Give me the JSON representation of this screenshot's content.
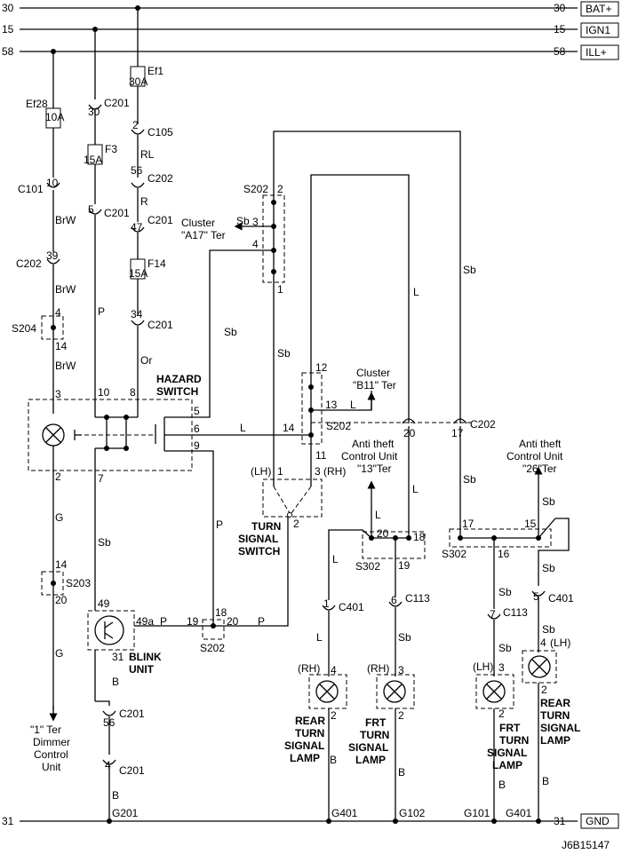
{
  "rails": {
    "bat": {
      "pin_left": "30",
      "pin_right": "30",
      "label": "BAT+"
    },
    "ign": {
      "pin_left": "15",
      "pin_right": "15",
      "label": "IGN1"
    },
    "ill": {
      "pin_left": "58",
      "pin_right": "58",
      "label": "ILL+"
    },
    "gnd": {
      "pin_left": "31",
      "pin_right": "31",
      "label": "GND"
    }
  },
  "fuses": {
    "ef28": {
      "name": "Ef28",
      "rating": "10A"
    },
    "ef1": {
      "name": "Ef1",
      "rating": "30A"
    },
    "f3": {
      "name": "F3",
      "rating": "15A"
    },
    "f14": {
      "name": "F14",
      "rating": "15A"
    }
  },
  "wires": {
    "brw": "BrW",
    "p": "P",
    "rl": "RL",
    "r": "R",
    "or": "Or",
    "sb": "Sb",
    "l": "L",
    "g": "G",
    "b": "B"
  },
  "connectors": {
    "c101": "C101",
    "c201": "C201",
    "c202": "C202",
    "c105": "C105",
    "c113": "C113",
    "c401": "C401",
    "s202": "S202",
    "s203": "S203",
    "s204": "S204",
    "s302": "S302"
  },
  "pins": {
    "p10": "10",
    "p39": "39",
    "p4": "4",
    "p14": "14",
    "p3": "3",
    "p2": "2",
    "p20": "20",
    "p30": "30",
    "p5": "5",
    "p8": "8",
    "p7": "7",
    "p6": "6",
    "p9": "9",
    "p56": "56",
    "p47": "47",
    "p34": "34",
    "p1": "1",
    "p12": "12",
    "p13": "13",
    "p11": "11",
    "p17": "17",
    "p16": "16",
    "p15": "15",
    "p18": "18",
    "p19": "19",
    "p49": "49",
    "p49a": "49a",
    "p31": "31"
  },
  "components": {
    "hazard_line1": "HAZARD",
    "hazard_line2": "SWITCH",
    "turn_line1": "TURN",
    "turn_line2": "SIGNAL",
    "turn_line3": "SWITCH",
    "blink_line1": "BLINK",
    "blink_line2": "UNIT",
    "lh": "(LH)",
    "rh": "(RH)",
    "rear_line1": "REAR",
    "rear_line2": "TURN",
    "rear_line3": "SIGNAL",
    "rear_line4": "LAMP",
    "frt_line1": "FRT",
    "frt_line2": "TURN",
    "frt_line3": "SIGNAL",
    "frt_line4": "LAMP"
  },
  "destinations": {
    "cluster_a17_line1": "Cluster",
    "cluster_a17_line2": "\"A17\" Ter",
    "cluster_b11_line1": "Cluster",
    "cluster_b11_line2": "\"B11\" Ter",
    "antitheft13_line1": "Anti theft",
    "antitheft13_line2": "Control Unit",
    "antitheft13_line3": "\"13\"Ter",
    "antitheft26_line1": "Anti theft",
    "antitheft26_line2": "Control Unit",
    "antitheft26_line3": "\"26\"Ter",
    "dimmer_line1": "\"1\" Ter",
    "dimmer_line2": "Dimmer",
    "dimmer_line3": "Control",
    "dimmer_line4": "Unit"
  },
  "grounds": {
    "g201": "G201",
    "g401": "G401",
    "g102": "G102",
    "g101": "G101"
  },
  "figure_code": "J6B15147"
}
